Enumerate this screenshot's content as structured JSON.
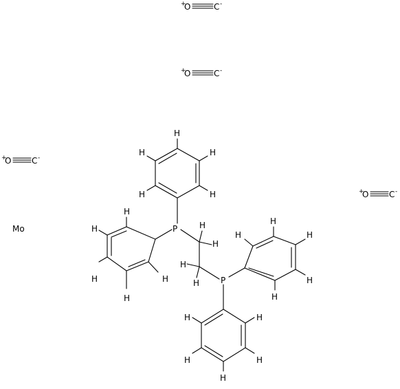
{
  "molecule": {
    "metal": "Mo",
    "phosphorus": "P",
    "hydrogen": "H",
    "carbonyl": {
      "oxygen": "O",
      "carbon": "C",
      "oxygen_charge": "+",
      "carbon_charge": "-"
    }
  },
  "colors": {
    "bond": "#000000",
    "text": "#000000",
    "background": "#ffffff"
  }
}
